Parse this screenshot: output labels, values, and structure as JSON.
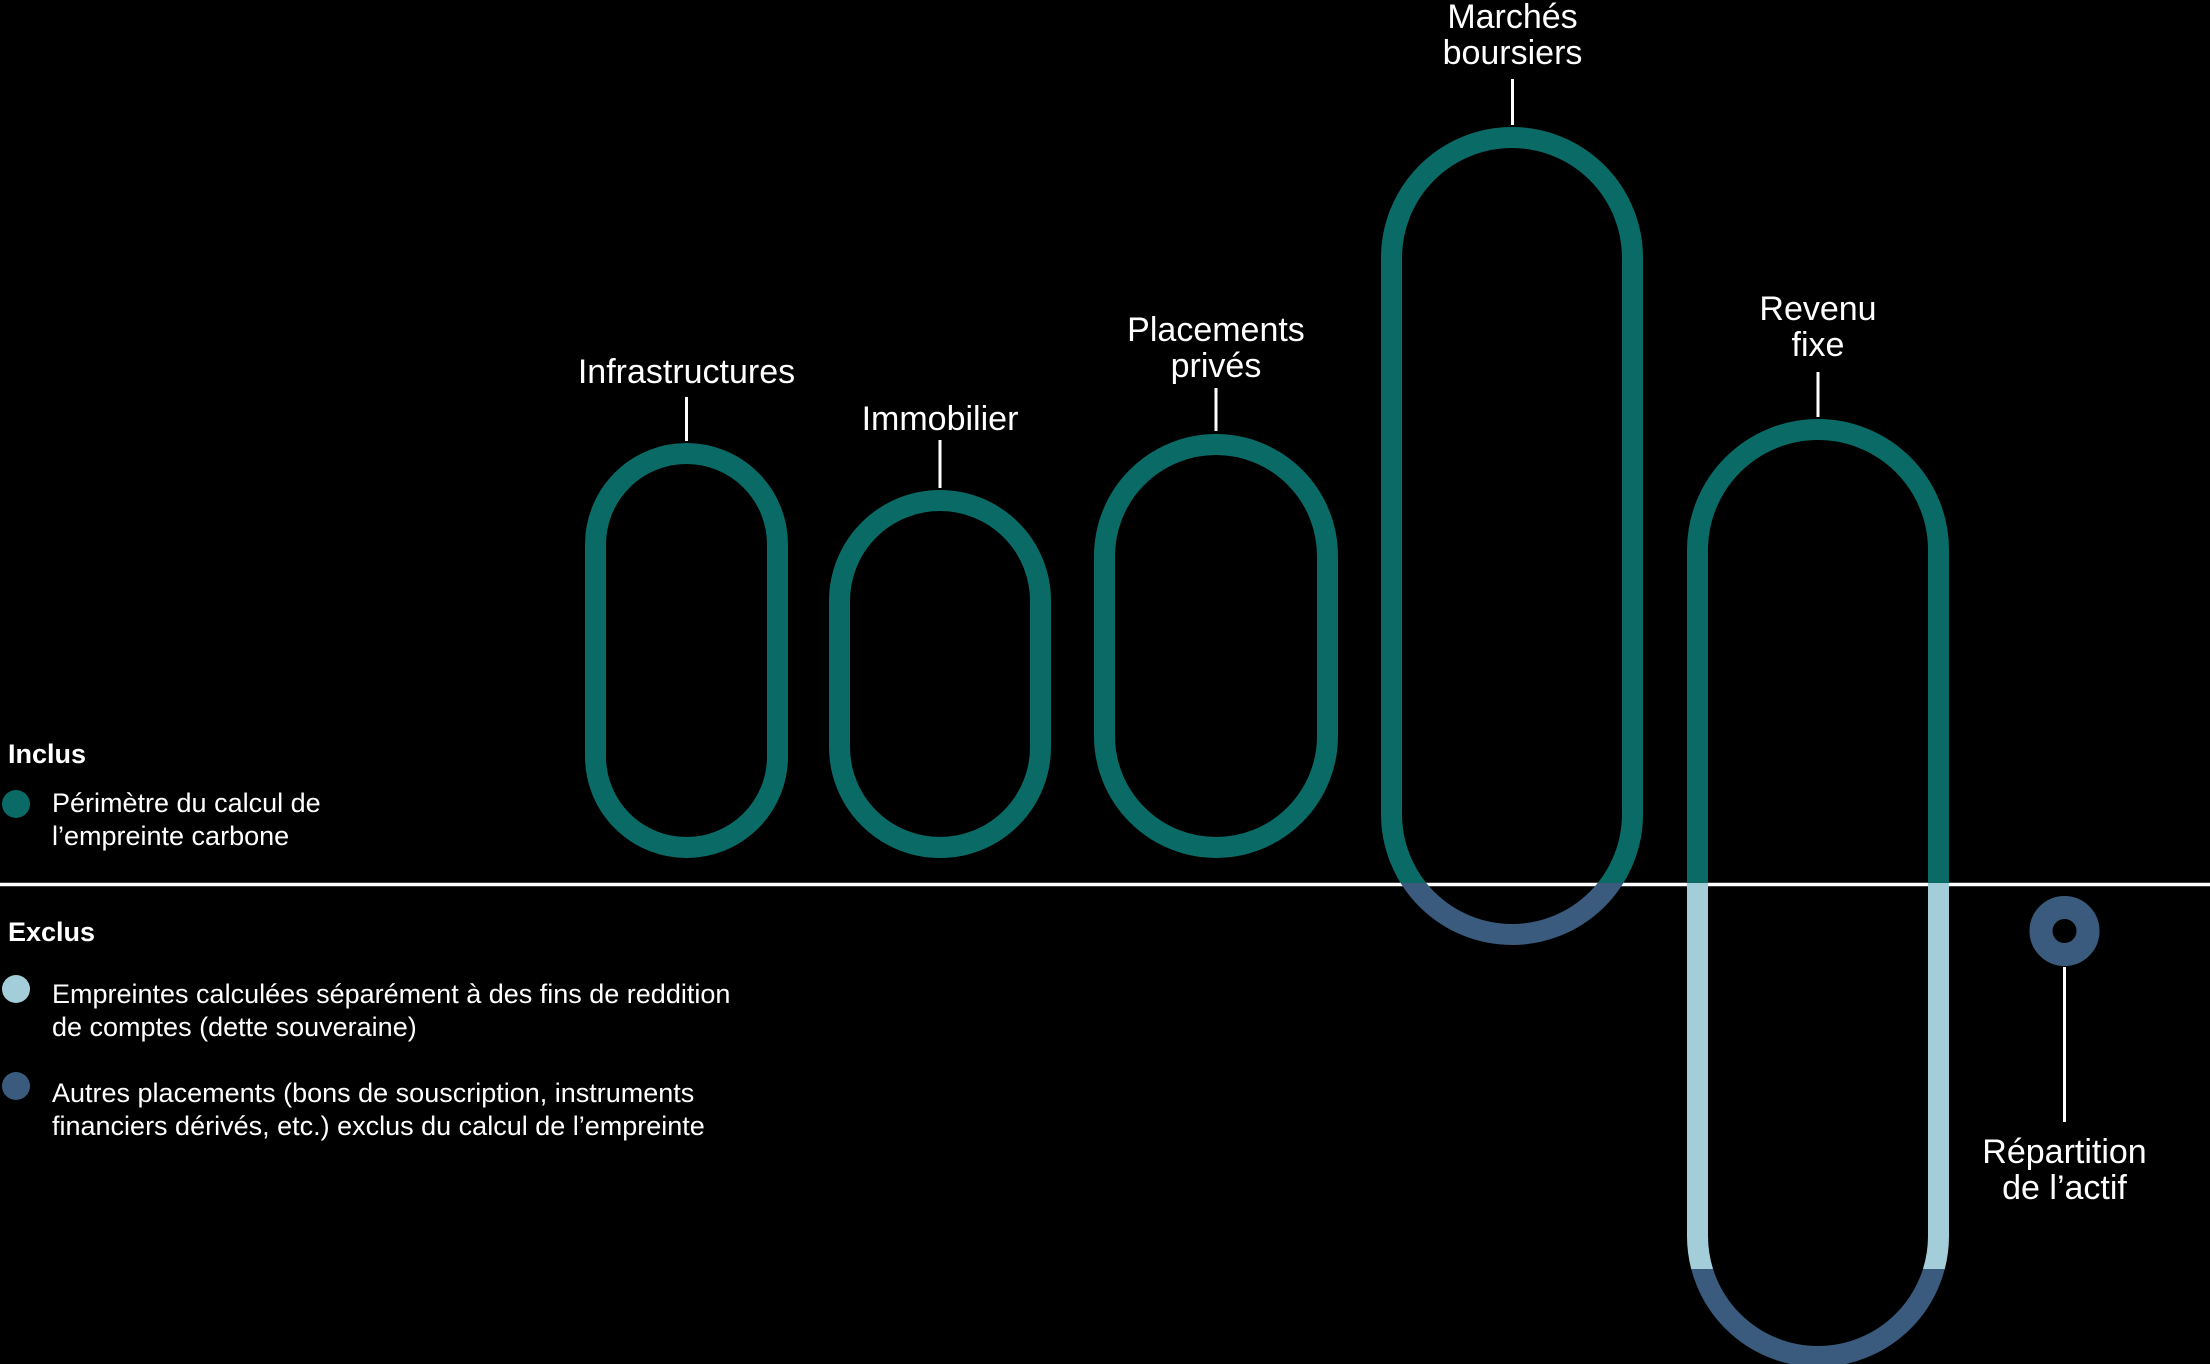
{
  "chart_data": {
    "type": "diagram",
    "title": "",
    "description": "Capsule infographic of asset classes relative to the carbon footprint calculation scope; a horizontal line separates included (above) from excluded (below) portions",
    "categories": [
      {
        "id": "infrastructures",
        "label_lines": [
          "Infrastructures"
        ],
        "scope": [
          "inclus"
        ]
      },
      {
        "id": "immobilier",
        "label_lines": [
          "Immobilier"
        ],
        "scope": [
          "inclus"
        ]
      },
      {
        "id": "placements-prives",
        "label_lines": [
          "Placements",
          "privés"
        ],
        "scope": [
          "inclus"
        ]
      },
      {
        "id": "marches-boursiers",
        "label_lines": [
          "Marchés",
          "boursiers"
        ],
        "scope": [
          "inclus",
          "exclus-autres-placements"
        ]
      },
      {
        "id": "revenu-fixe",
        "label_lines": [
          "Revenu",
          "fixe"
        ],
        "scope": [
          "inclus",
          "exclus-dette-souveraine",
          "exclus-autres-placements"
        ]
      }
    ],
    "annotation": {
      "label_lines": [
        "Répartition",
        "de l’actif"
      ]
    },
    "legend": {
      "included": {
        "heading": "Inclus",
        "items": [
          {
            "label_lines": [
              "Périmètre du calcul de",
              "l’empreinte carbone"
            ],
            "color_key": "teal"
          }
        ]
      },
      "excluded": {
        "heading": "Exclus",
        "items": [
          {
            "label_lines": [
              "Empreintes calculées séparément à des fins de reddition",
              "de comptes (dette souveraine)"
            ],
            "color_key": "light_blue"
          },
          {
            "label_lines": [
              "Autres placements (bons de souscription, instruments",
              "financiers dérivés, etc.) exclus du calcul de l’empreinte"
            ],
            "color_key": "dark_blue"
          }
        ]
      }
    }
  },
  "colors": {
    "background": "#000000",
    "teal": "#0A6B66",
    "light_blue": "#A3CDD9",
    "dark_blue": "#3A5B7D",
    "line": "#FFFFFF",
    "text": "#FFFFFF"
  }
}
